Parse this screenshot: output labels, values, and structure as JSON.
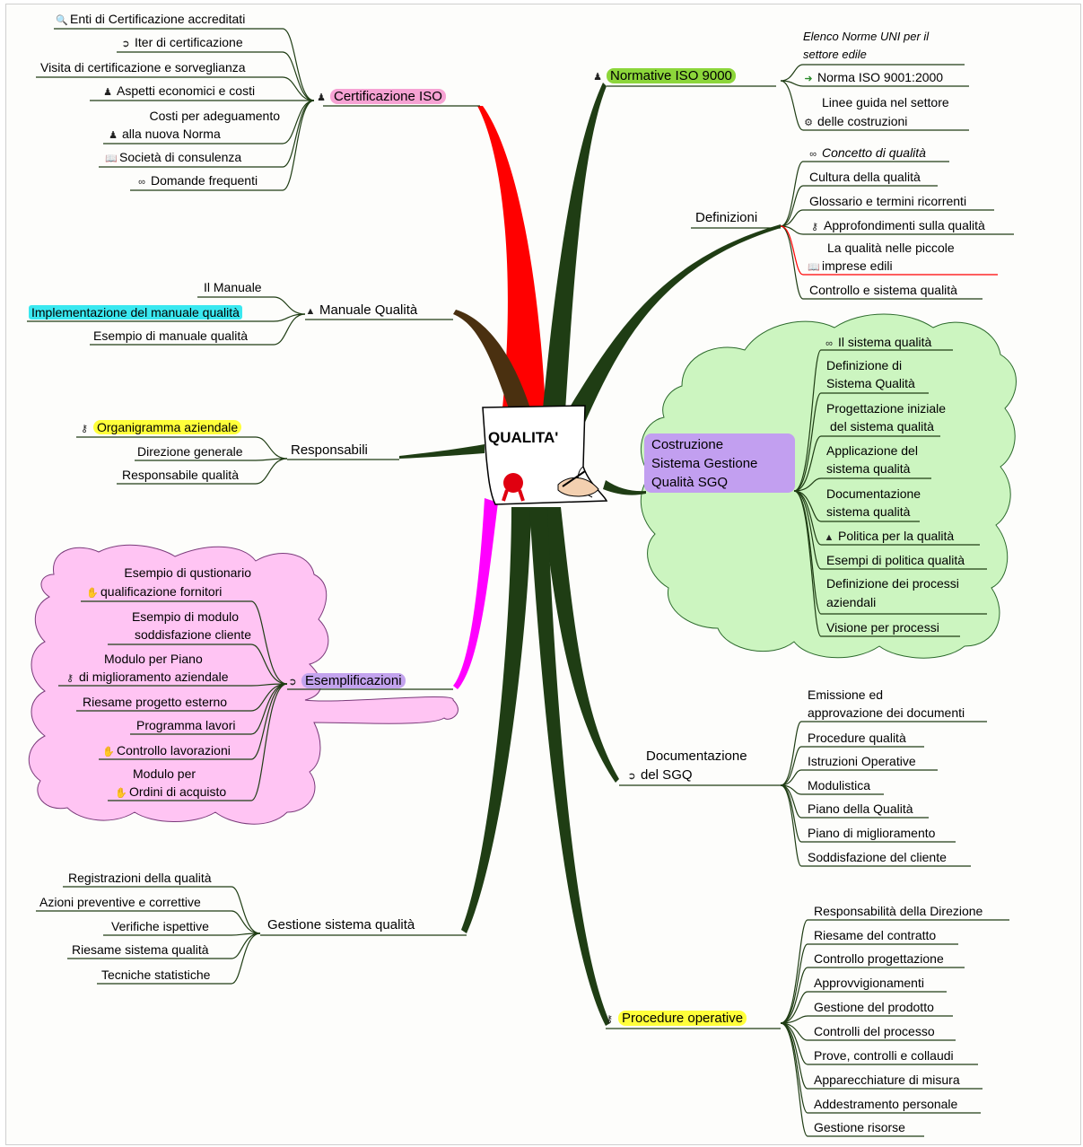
{
  "colors": {
    "cloud_green": "#ccf5c0",
    "cloud_pink": "#ffc4f3",
    "branch_red": "#ff0000",
    "branch_dark": "#1f3d14",
    "branch_magenta": "#ff00ff"
  },
  "center": {
    "label": "QUALITA'"
  },
  "certificazione": {
    "label": "Certificazione ISO",
    "items": [
      "Enti di Certificazione accreditati",
      "Iter di certificazione",
      "Visita di certificazione e sorveglianza",
      "Aspetti economici e costi",
      "Costi per adeguamento",
      "alla nuova Norma",
      "Società di consulenza",
      "Domande frequenti"
    ]
  },
  "manuale": {
    "label": "Manuale Qualità",
    "items": [
      "Il Manuale",
      "Implementazione del manuale qualità",
      "Esempio di manuale qualità"
    ]
  },
  "responsabili": {
    "label": "Responsabili",
    "items": [
      "Organigramma aziendale",
      "Direzione generale",
      "Responsabile qualità"
    ]
  },
  "esempl": {
    "label": "Esemplificazioni",
    "items": [
      "Esempio di qustionario",
      "qualificazione fornitori",
      "Esempio di modulo",
      "soddisfazione cliente",
      "Modulo per Piano",
      "di miglioramento aziendale",
      "Riesame progetto esterno",
      "Programma lavori",
      "Controllo lavorazioni",
      "Modulo per",
      "Ordini di acquisto"
    ]
  },
  "gestione": {
    "label": "Gestione sistema qualità",
    "items": [
      "Registrazioni della qualità",
      "Azioni preventive e correttive",
      "Verifiche ispettive",
      "Riesame sistema qualità",
      "Tecniche statistiche"
    ]
  },
  "normative": {
    "label": "Normative ISO 9000",
    "items": [
      "Elenco Norme UNI per il",
      "settore edile",
      "Norma ISO 9001:2000",
      "Linee guida nel settore",
      "delle costruzioni"
    ]
  },
  "definizioni": {
    "label": "Definizioni",
    "items": [
      "Concetto di qualità",
      "Cultura della qualità",
      "Glossario e termini ricorrenti",
      "Approfondimenti sulla qualità",
      "La qualità nelle piccole",
      "imprese edili",
      "Controllo e sistema qualità"
    ]
  },
  "sgq": {
    "label1": "Costruzione",
    "label2": "Sistema Gestione",
    "label3": "Qualità SGQ",
    "items": [
      "Il sistema qualità",
      "Definizione di",
      "Sistema Qualità",
      "Progettazione iniziale",
      "del sistema qualità",
      "Applicazione del",
      "sistema qualità",
      "Documentazione",
      "sistema qualità",
      "Politica per la qualità",
      "Esempi di politica qualità",
      "Definizione dei processi",
      "aziendali",
      "Visione per processi"
    ]
  },
  "documentazione": {
    "label1": "Documentazione",
    "label2": "del SGQ",
    "items": [
      "Emissione ed",
      "approvazione dei documenti",
      "Procedure qualità",
      "Istruzioni Operative",
      "Modulistica",
      "Piano della Qualità",
      "Piano di miglioramento",
      "Soddisfazione del cliente"
    ]
  },
  "procedure": {
    "label": "Procedure operative",
    "items": [
      "Responsabilità della Direzione",
      "Riesame del contratto",
      "Controllo progettazione",
      "Approvvigionamenti",
      "Gestione del prodotto",
      "Controlli del processo",
      "Prove, controlli e collaudi",
      "Apparecchiature di misura",
      "Addestramento personale",
      "Gestione risorse"
    ]
  }
}
